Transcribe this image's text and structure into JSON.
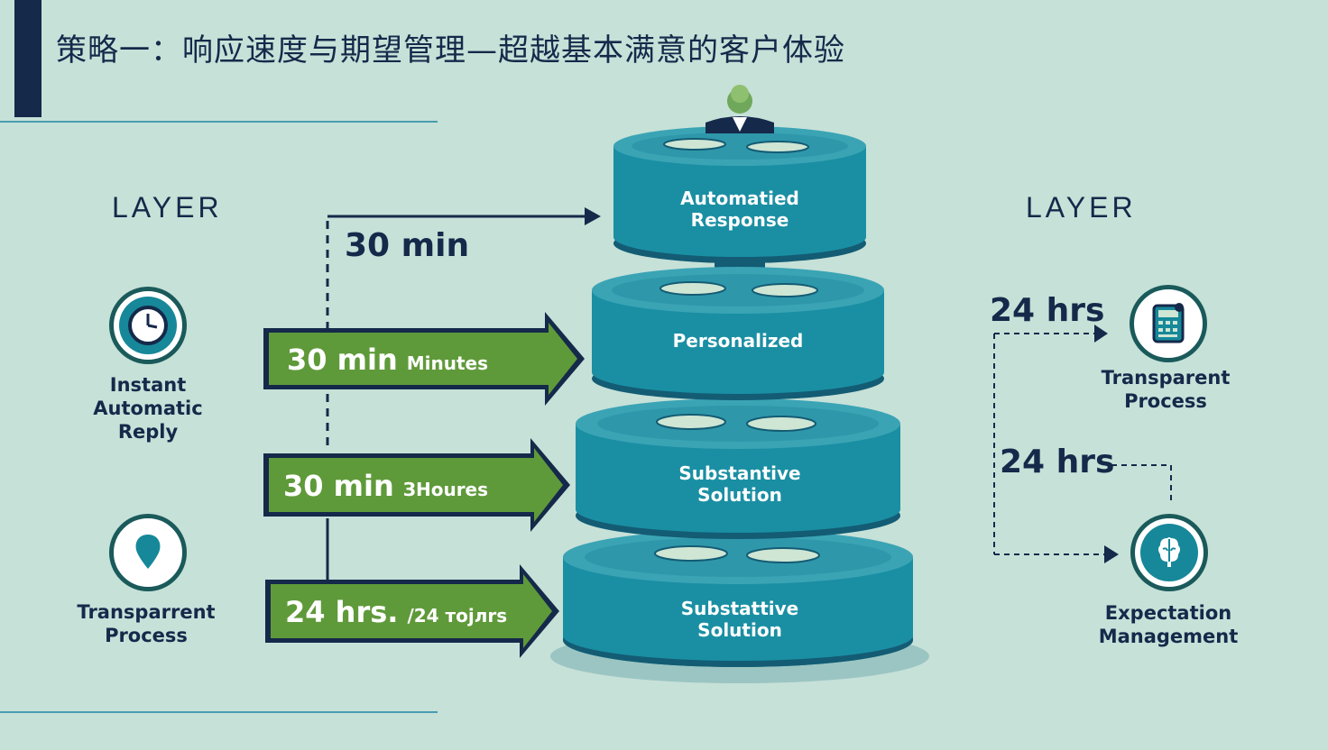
{
  "title": "策略一：响应速度与期望管理—超越基本满意的客户体验",
  "layer_left": "LAYER",
  "layer_right": "LAYER",
  "top_time": "30 min",
  "left_items": [
    {
      "label_line1": "Instant",
      "label_line2": "Automatic",
      "label_line3": "Reply",
      "icon": "clock-icon"
    },
    {
      "label_line1": "Transparrent",
      "label_line2": "Process",
      "icon": "location-pin-icon"
    }
  ],
  "arrows": [
    {
      "big": "30 min",
      "small": "Minutes"
    },
    {
      "big": "30 min",
      "small": "ЗHoures"
    },
    {
      "big": "24 hrs.",
      "small": "/24 тоjлrs"
    }
  ],
  "tiers": [
    {
      "line1": "Automatied",
      "line2": "Response"
    },
    {
      "line1": "Personalized",
      "line2": ""
    },
    {
      "line1": "Substantive",
      "line2": "Solution"
    },
    {
      "line1": "Substattive",
      "line2": "Solution"
    }
  ],
  "right_items": [
    {
      "time": "24 hrs",
      "label_line1": "Transparent",
      "label_line2": "Process",
      "icon": "calculator-icon"
    },
    {
      "time": "24 hrs",
      "label_line1": "Expectation",
      "label_line2": "Management",
      "icon": "brain-icon"
    }
  ],
  "colors": {
    "background": "#c6e1d8",
    "navy": "#15294a",
    "teal": "#16889a",
    "green_arrow": "#5f9a3a"
  }
}
